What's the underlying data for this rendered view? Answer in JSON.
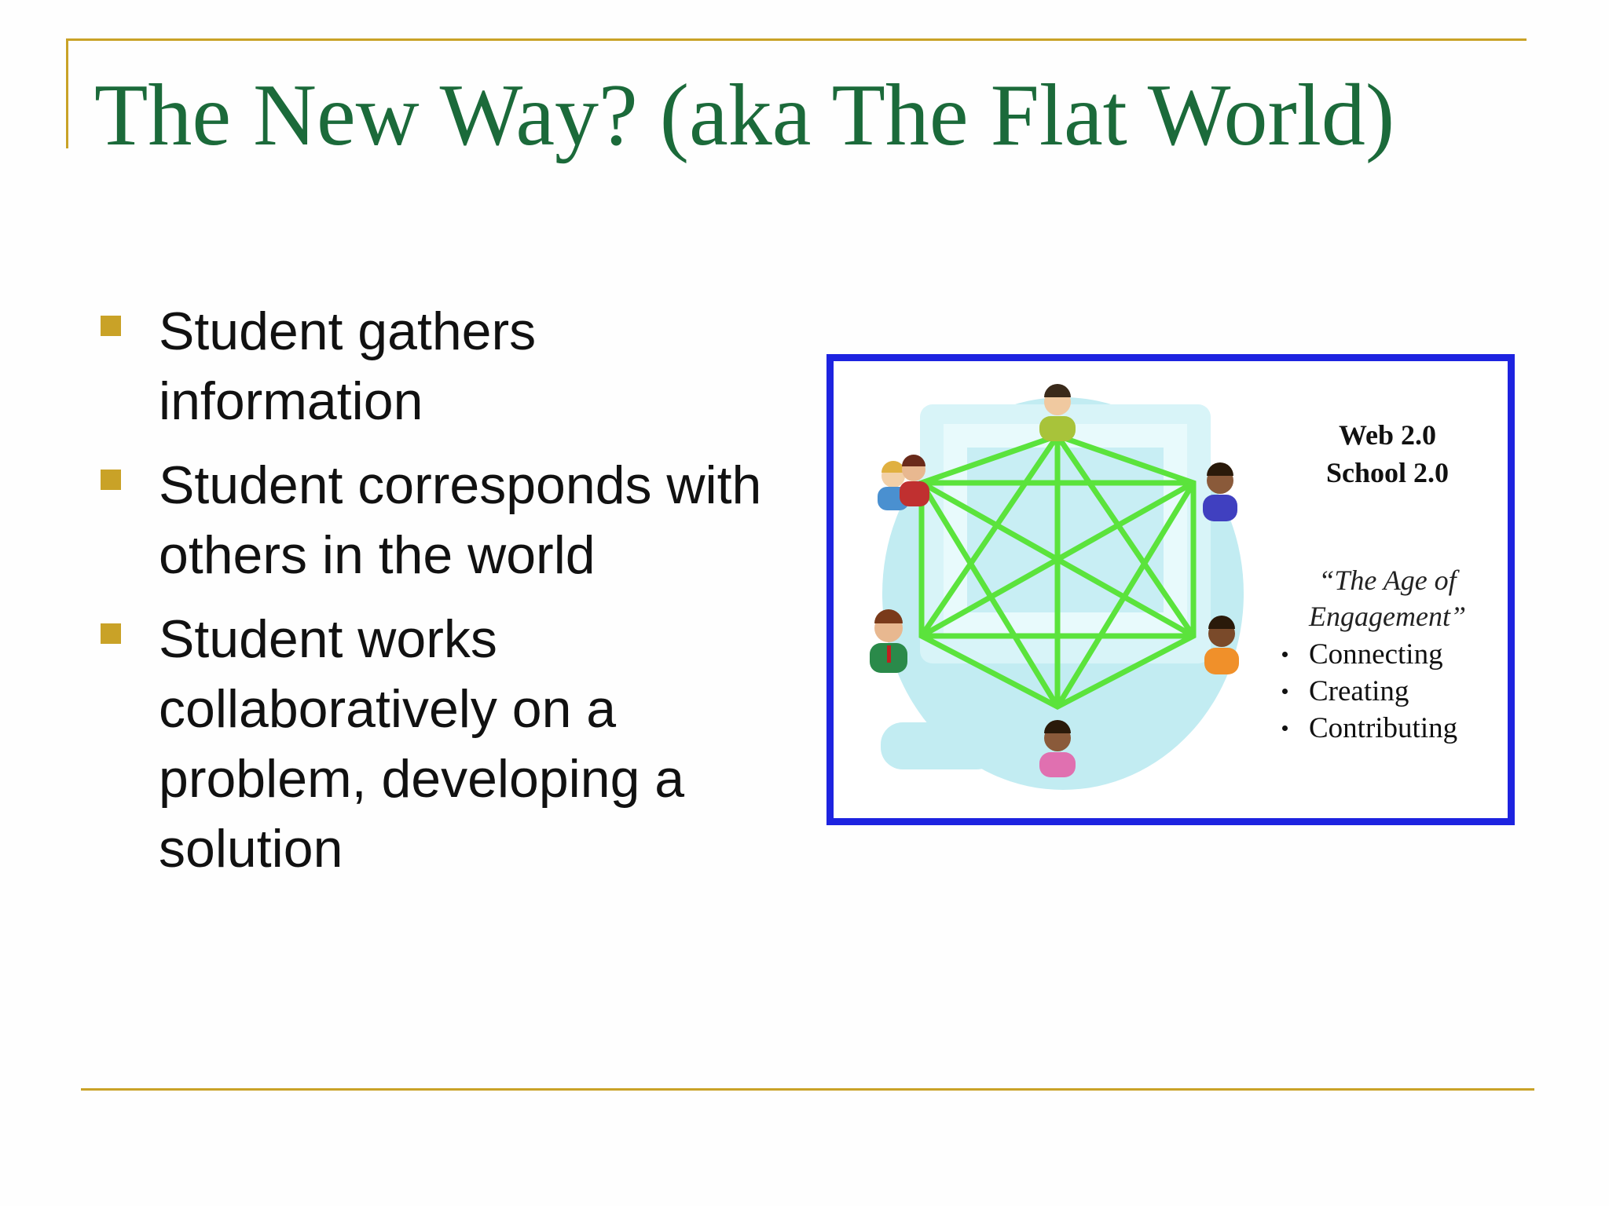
{
  "slide": {
    "title": "The New Way? (aka The Flat World)",
    "bullets": [
      "Student gathers information",
      "Student corresponds with others in the world",
      "Student works collaboratively on a problem, developing a solution"
    ]
  },
  "graphic": {
    "heading_line1": "Web 2.0",
    "heading_line2": "School 2.0",
    "quote_line1": "“The Age of",
    "quote_line2": "Engagement”",
    "list": [
      "Connecting",
      "Creating",
      "Contributing"
    ]
  },
  "colors": {
    "title": "#1b6a3a",
    "accent": "#c9a227",
    "graphic_border": "#1d23e0",
    "network_lines": "#5be33c"
  }
}
